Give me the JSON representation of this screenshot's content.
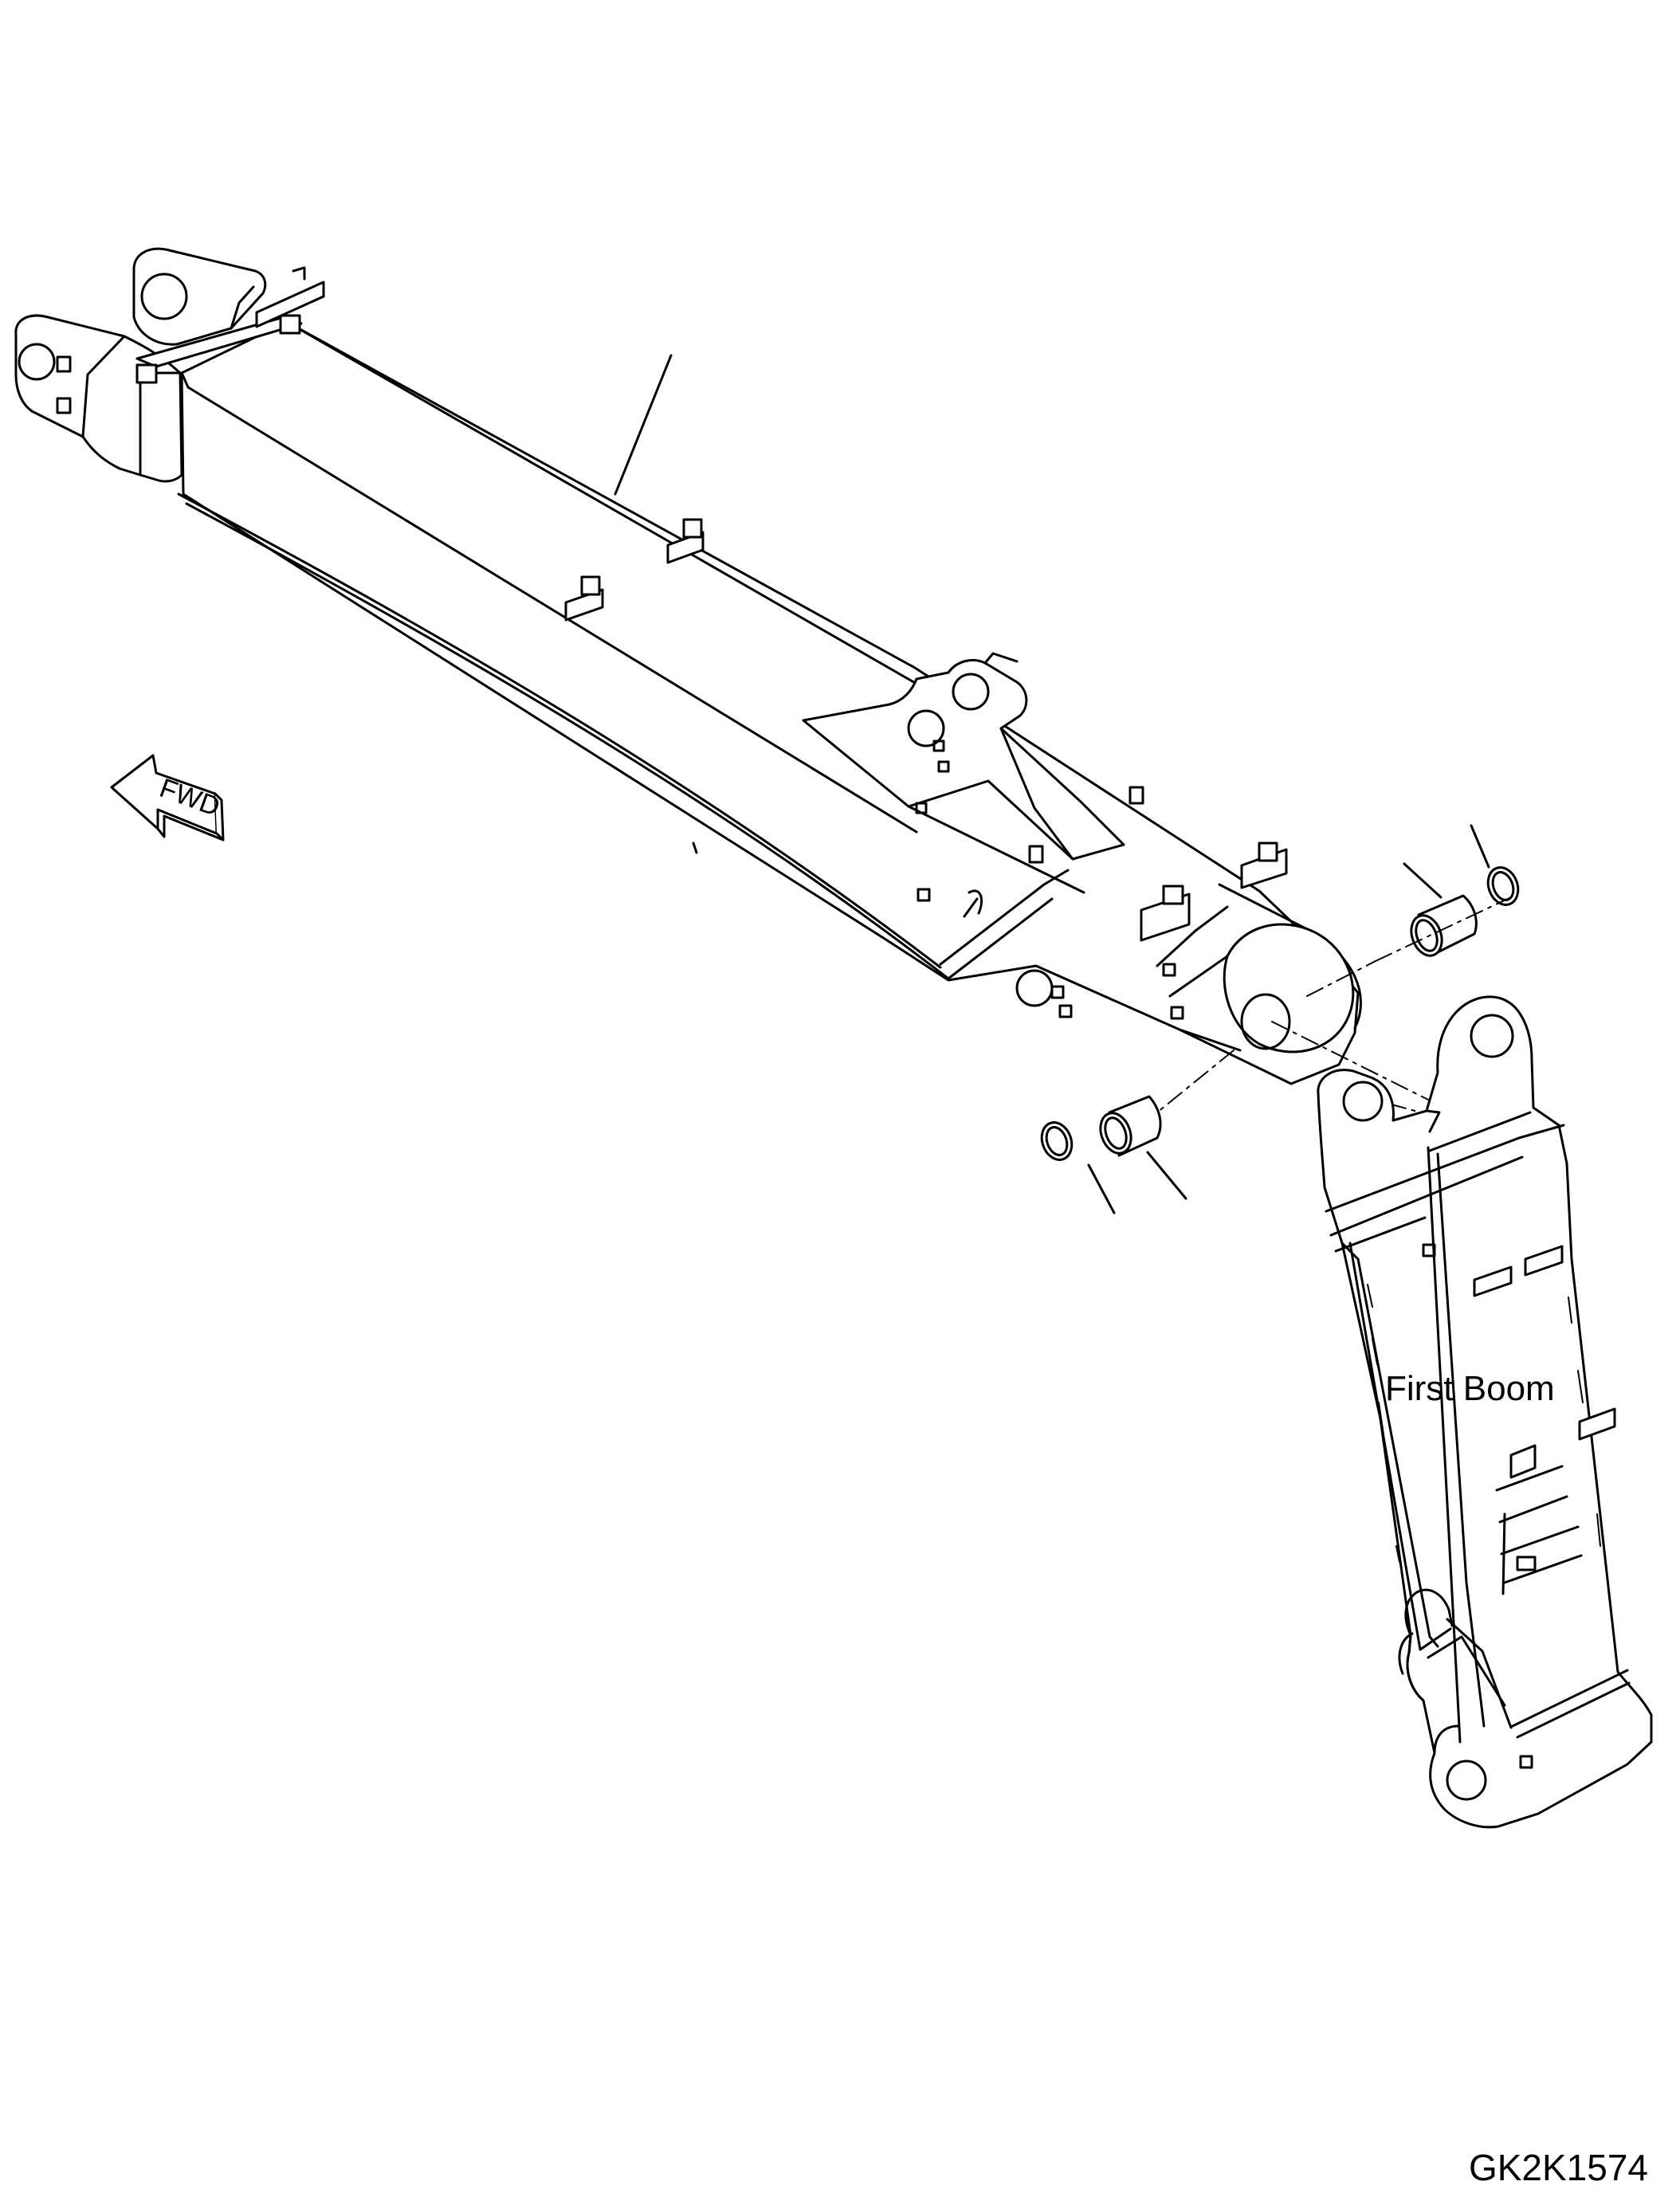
{
  "labels": {
    "first_boom": "First Boom",
    "fwd": "FWD",
    "drawing_code": "GK2K1574"
  },
  "colors": {
    "line": "#000000",
    "paper": "#ffffff"
  },
  "icons": {
    "direction": "arrow-left-icon"
  }
}
